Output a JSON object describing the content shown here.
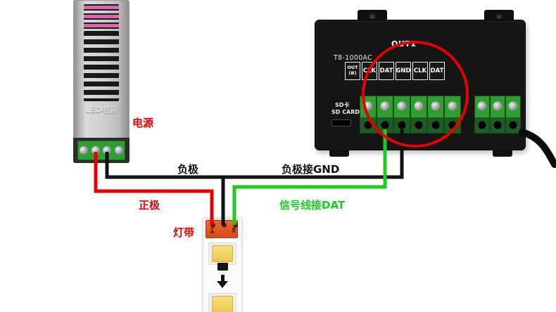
{
  "colors": {
    "positive": "#e60000",
    "negative": "#111111",
    "signal": "#1ecb1e",
    "highlight": "#e60000",
    "callout": "#e60000"
  },
  "power_supply": {
    "name": "LED电源",
    "callout": "电源"
  },
  "controller": {
    "model": "T8-1000AC",
    "group_label": "OUT1",
    "port_box": {
      "line1": "OUT",
      "line2": "(B)"
    },
    "terminals": [
      "CLK",
      "DAT",
      "GND",
      "CLK",
      "DAT"
    ],
    "sd_label": {
      "line1": "SD卡",
      "line2": "SD CARD"
    }
  },
  "led_strip": {
    "callout": "灯带",
    "pads": [
      "+A",
      "DI"
    ]
  },
  "wire_labels": {
    "negative": "负极",
    "negative_to_gnd": "负极接GND",
    "positive": "正极",
    "signal_to_dat": "信号线接DAT"
  }
}
